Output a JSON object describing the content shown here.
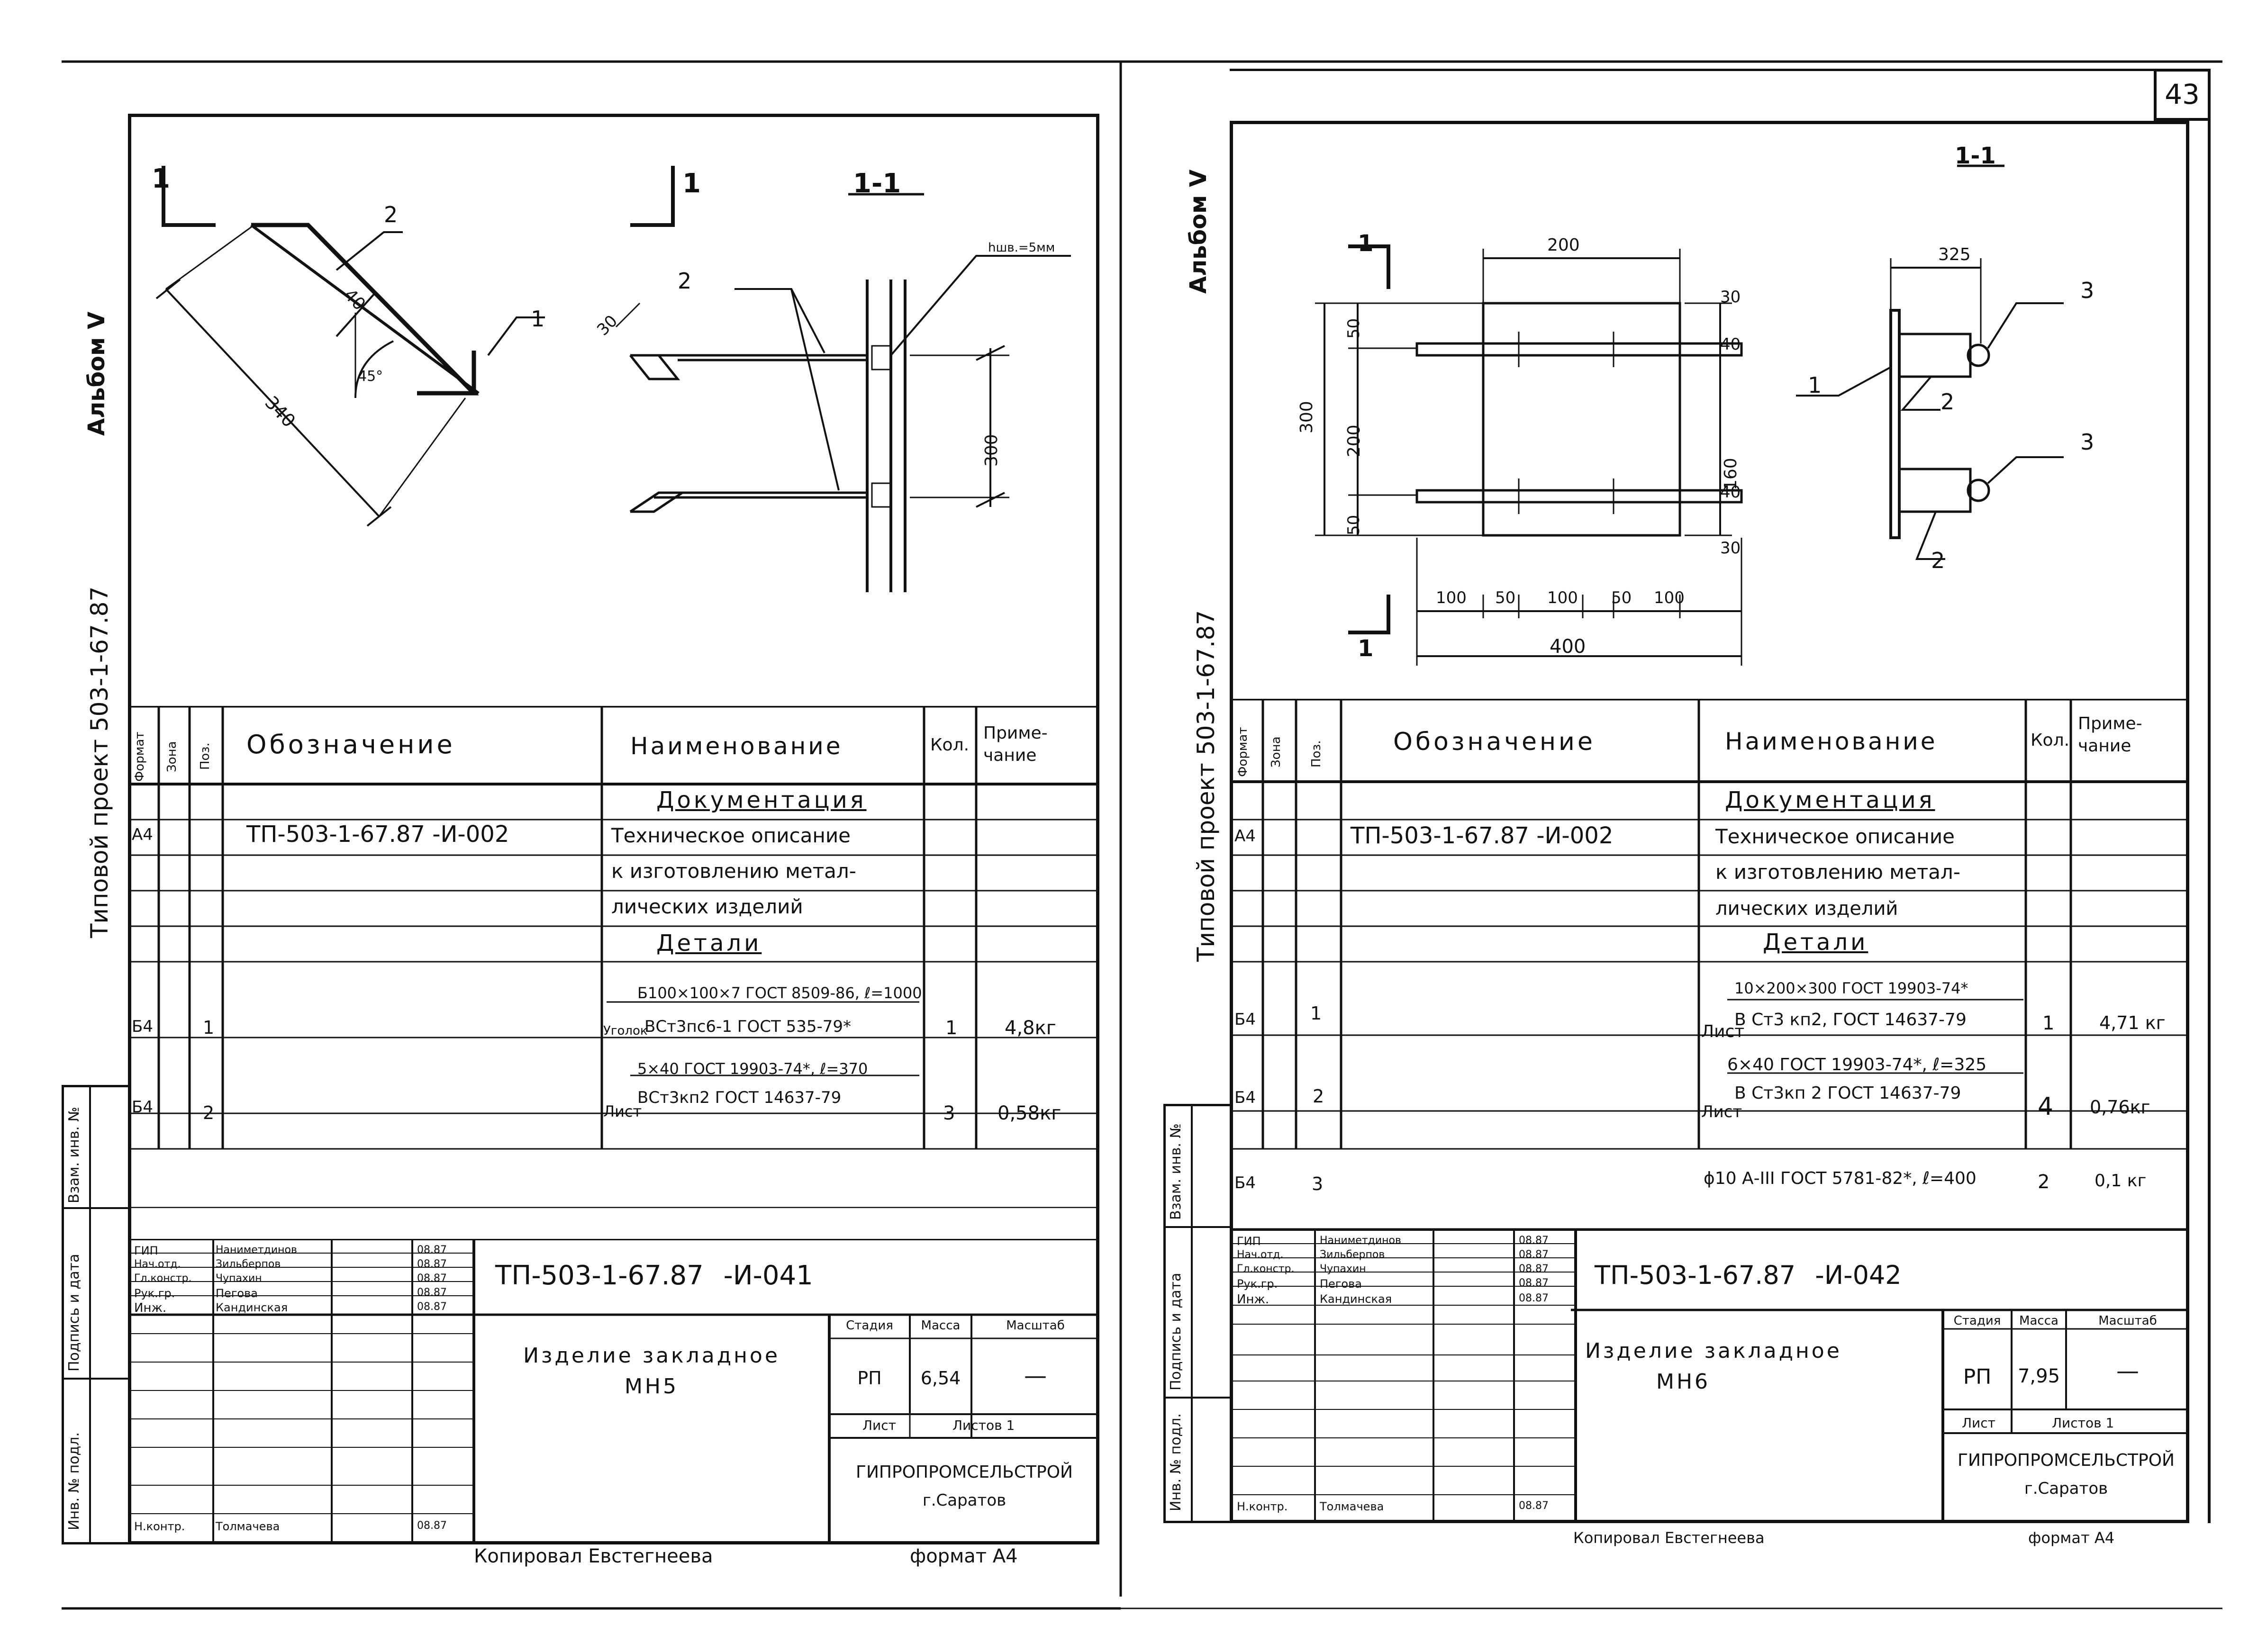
{
  "page_number": "43",
  "left_sheet": {
    "album_label": "Альбом V",
    "project_label": "Типовой проект 503-1-67.87",
    "section_marks": [
      "1",
      "1"
    ],
    "section_title": "1-1",
    "dims": {
      "diag": "340",
      "width": "40",
      "angle": "45°",
      "hmm": "hшв.=5мм",
      "c30": "30",
      "span": "300"
    },
    "positions": [
      "1",
      "2",
      "2"
    ],
    "table": {
      "headers": {
        "format": "Формат",
        "zone": "Зона",
        "pos": "Поз.",
        "designation": "Обозначение",
        "name": "Наименование",
        "qty": "Кол.",
        "note": "Приме-чание"
      },
      "doc_section": "Документация",
      "doc_format": "А4",
      "doc_designation": "ТП-503-1-67.87 -И-002",
      "doc_name_1": "Техническое описание",
      "doc_name_2": "к изготовлению метал-",
      "doc_name_3": "лических изделий",
      "parts_section": "Детали",
      "rows": [
        {
          "format": "Б4",
          "pos": "1",
          "prefix": "Уголок",
          "top": "Б100×100×7 ГОСТ 8509-86, ℓ=1000",
          "bottom": "ВСт3пс6-1 ГОСТ 535-79*",
          "qty": "1",
          "note": "4,8кг"
        },
        {
          "format": "Б4",
          "pos": "2",
          "prefix": "Лист",
          "top": "5×40 ГОСТ 19903-74*, ℓ=370",
          "bottom": "ВСт3кп2 ГОСТ 14637-79",
          "qty": "3",
          "note": "0,58кг"
        }
      ]
    },
    "stamp": {
      "people": [
        {
          "role": "ГИП",
          "name": "Наниметдинов",
          "date": "08.87"
        },
        {
          "role": "Нач.отд.",
          "name": "Зильберпов",
          "date": "08.87"
        },
        {
          "role": "Гл.констр.",
          "name": "Чупахин",
          "date": "08.87"
        },
        {
          "role": "Рук.гр.",
          "name": "Пегова",
          "date": "08.87"
        },
        {
          "role": "Инж.",
          "name": "Кандинская",
          "date": "08.87"
        },
        {
          "role": "Н.контр.",
          "name": "Толмачева",
          "date": "08.87"
        }
      ],
      "code": "ТП-503-1-67.87 -И-041",
      "title_1": "Изделие закладное",
      "title_2": "МН5",
      "stage_label": "Стадия",
      "mass_label": "Масса",
      "scale_label": "Масштаб",
      "stage": "РП",
      "mass": "6,54",
      "scale": "—",
      "sheet_label": "Лист",
      "sheets_label": "Листов 1",
      "org": "ГИПРОПРОМСЕЛЬСТРОЙ",
      "city": "г.Саратов"
    },
    "copied": "Копировал Евстегнеева",
    "format": "формат А4",
    "side_labels": [
      "Взам. инв. №",
      "Подпись и дата",
      "Инв. № подл."
    ]
  },
  "right_sheet": {
    "album_label": "Альбом V",
    "project_label": "Типовой проект 503-1-67.87",
    "section_title": "1-1",
    "dims": {
      "w200": "200",
      "w325": "325",
      "h30a": "30",
      "h50a": "50",
      "h40a": "40",
      "h300": "300",
      "h200": "200",
      "h160": "160",
      "h40b": "40",
      "h50b": "50",
      "h30b": "30",
      "d100a": "100",
      "d50a": "50",
      "d100b": "100",
      "d50b": "50",
      "d100c": "100",
      "w400": "400"
    },
    "positions": [
      "1",
      "2",
      "3",
      "3",
      "2"
    ],
    "section_marks": [
      "1",
      "1"
    ],
    "table": {
      "headers": {
        "format": "Формат",
        "zone": "Зона",
        "pos": "Поз.",
        "designation": "Обозначение",
        "name": "Наименование",
        "qty": "Кол.",
        "note": "Приме-чание"
      },
      "doc_section": "Документация",
      "doc_format": "А4",
      "doc_designation": "ТП-503-1-67.87 -И-002",
      "doc_name_1": "Техническое описание",
      "doc_name_2": "к изготовлению метал-",
      "doc_name_3": "лических изделий",
      "parts_section": "Детали",
      "rows": [
        {
          "format": "Б4",
          "pos": "1",
          "prefix": "Лист",
          "top": "10×200×300 ГОСТ 19903-74*",
          "bottom": "В Ст3 кп2, ГОСТ 14637-79",
          "qty": "1",
          "note": "4,71 кг"
        },
        {
          "format": "Б4",
          "pos": "2",
          "prefix": "Лист",
          "top": "6×40 ГОСТ 19903-74*, ℓ=325",
          "bottom": "В Ст3кп 2 ГОСТ 14637-79",
          "qty": "4",
          "note": "0,76кг"
        },
        {
          "format": "Б4",
          "pos": "3",
          "prefix": "",
          "top": "ϕ10 А-III ГОСТ 5781-82*, ℓ=400",
          "bottom": "",
          "qty": "2",
          "note": "0,1 кг"
        }
      ]
    },
    "stamp": {
      "people": [
        {
          "role": "ГИП",
          "name": "Наниметдинов",
          "date": "08.87"
        },
        {
          "role": "Нач.отд.",
          "name": "Зильберпов",
          "date": "08.87"
        },
        {
          "role": "Гл.констр.",
          "name": "Чупахин",
          "date": "08.87"
        },
        {
          "role": "Рук.гр.",
          "name": "Пегова",
          "date": "08.87"
        },
        {
          "role": "Инж.",
          "name": "Кандинская",
          "date": "08.87"
        },
        {
          "role": "Н.контр.",
          "name": "Толмачева",
          "date": "08.87"
        }
      ],
      "code": "ТП-503-1-67.87 -И-042",
      "title_1": "Изделие закладное",
      "title_2": "МН6",
      "stage_label": "Стадия",
      "mass_label": "Масса",
      "scale_label": "Масштаб",
      "stage": "РП",
      "mass": "7,95",
      "scale": "—",
      "sheet_label": "Лист",
      "sheets_label": "Листов 1",
      "org": "ГИПРОПРОМСЕЛЬСТРОЙ",
      "city": "г.Саратов"
    },
    "copied": "Копировал Евстегнеева",
    "format": "формат А4",
    "side_labels": [
      "Взам. инв. №",
      "Подпись и дата",
      "Инв. № подл."
    ]
  }
}
